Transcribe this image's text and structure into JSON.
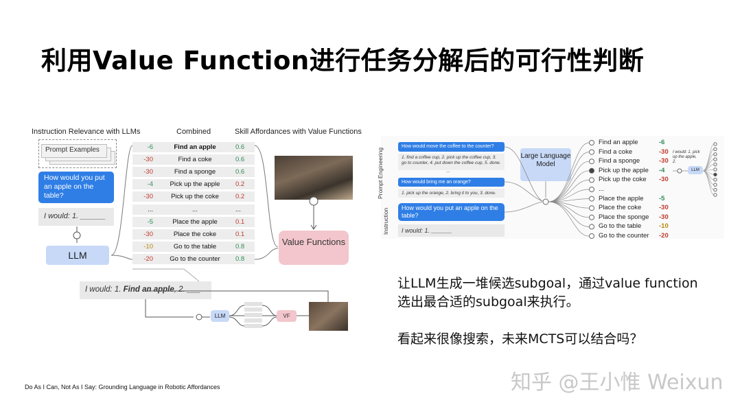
{
  "title": "利用Value Function进行任务分解后的可行性判断",
  "left_figure": {
    "header_relevance": "Instruction Relevance with LLMs",
    "header_combined": "Combined",
    "header_affordance": "Skill Affordances with Value Functions",
    "prompt_examples": "Prompt Examples",
    "question": "How would you put an apple on the table?",
    "i_would": "I would: 1. ______",
    "llm_label": "LLM",
    "vf_label": "Value Functions",
    "bottom_prefix": "I would: 1. ",
    "bottom_bold": "Find an apple",
    "bottom_suffix": ", 2. ___",
    "mini_llm": "LLM",
    "mini_vf": "VF",
    "rows": [
      {
        "llm": "-6",
        "skill": "Find an apple",
        "vf": "0.6",
        "bold": true
      },
      {
        "llm": "-30",
        "skill": "Find a coke",
        "vf": "0.6"
      },
      {
        "llm": "-30",
        "skill": "Find a sponge",
        "vf": "0.6"
      },
      {
        "llm": "-4",
        "skill": "Pick up the apple",
        "vf": "0.2"
      },
      {
        "llm": "-30",
        "skill": "Pick up the coke",
        "vf": "0.2"
      },
      {
        "llm": "...",
        "skill": "...",
        "vf": "..."
      },
      {
        "llm": "-5",
        "skill": "Place the apple",
        "vf": "0.1"
      },
      {
        "llm": "-30",
        "skill": "Place the coke",
        "vf": "0.1"
      },
      {
        "llm": "-10",
        "skill": "Go to the table",
        "vf": "0.8"
      },
      {
        "llm": "-20",
        "skill": "Go to the counter",
        "vf": "0.8"
      }
    ]
  },
  "right_figure": {
    "prompt_engineering_label": "Prompt Engineering",
    "instruction_label": "Instruction",
    "q1": "How would move the coffee to the counter?",
    "a1": "1. find a coffee cup, 2. pick up the coffee cup, 3. go to counter, 4. put down the coffee cup, 5. done.",
    "dots": "...",
    "q2": "How would bring me an orange?",
    "a2": "1. pick up the orange, 2. bring it to you, 3. done.",
    "question": "How would you put an apple on the table?",
    "i_would": "I would: 1. ______",
    "llm_label": "Large Language Model",
    "side_note": "I would: 1. pick up the apple, 2.",
    "mini_llm": "LLM",
    "items": [
      {
        "skill": "Find an apple",
        "score": "-6"
      },
      {
        "skill": "Find a coke",
        "score": "-30"
      },
      {
        "skill": "Find a sponge",
        "score": "-30"
      },
      {
        "skill": "Pick up the apple",
        "score": "-4"
      },
      {
        "skill": "Pick up the coke",
        "score": "-30"
      },
      {
        "skill": "...",
        "score": ""
      },
      {
        "skill": "Place the apple",
        "score": "-5"
      },
      {
        "skill": "Place the coke",
        "score": "-30"
      },
      {
        "skill": "Place the sponge",
        "score": "-30"
      },
      {
        "skill": "Go to the table",
        "score": "-10"
      },
      {
        "skill": "Go to the counter",
        "score": "-20"
      }
    ]
  },
  "description_lines": [
    "让LLM生成一堆候选subgoal，通过value function",
    "选出最合适的subgoal来执行。",
    "",
    "看起来很像搜索，未来MCTS可以结合吗？"
  ],
  "citation": "Do As I Can, Not As I Say: Grounding Language in Robotic Affordances",
  "watermark": "知乎 @王小惟 Weixun",
  "colors": {
    "blue": "#2f7ee6",
    "llm_box": "#c7d9f7",
    "vf_box": "#f2c6cc",
    "negative": "#c0392b",
    "positive": "#2e8b57"
  }
}
